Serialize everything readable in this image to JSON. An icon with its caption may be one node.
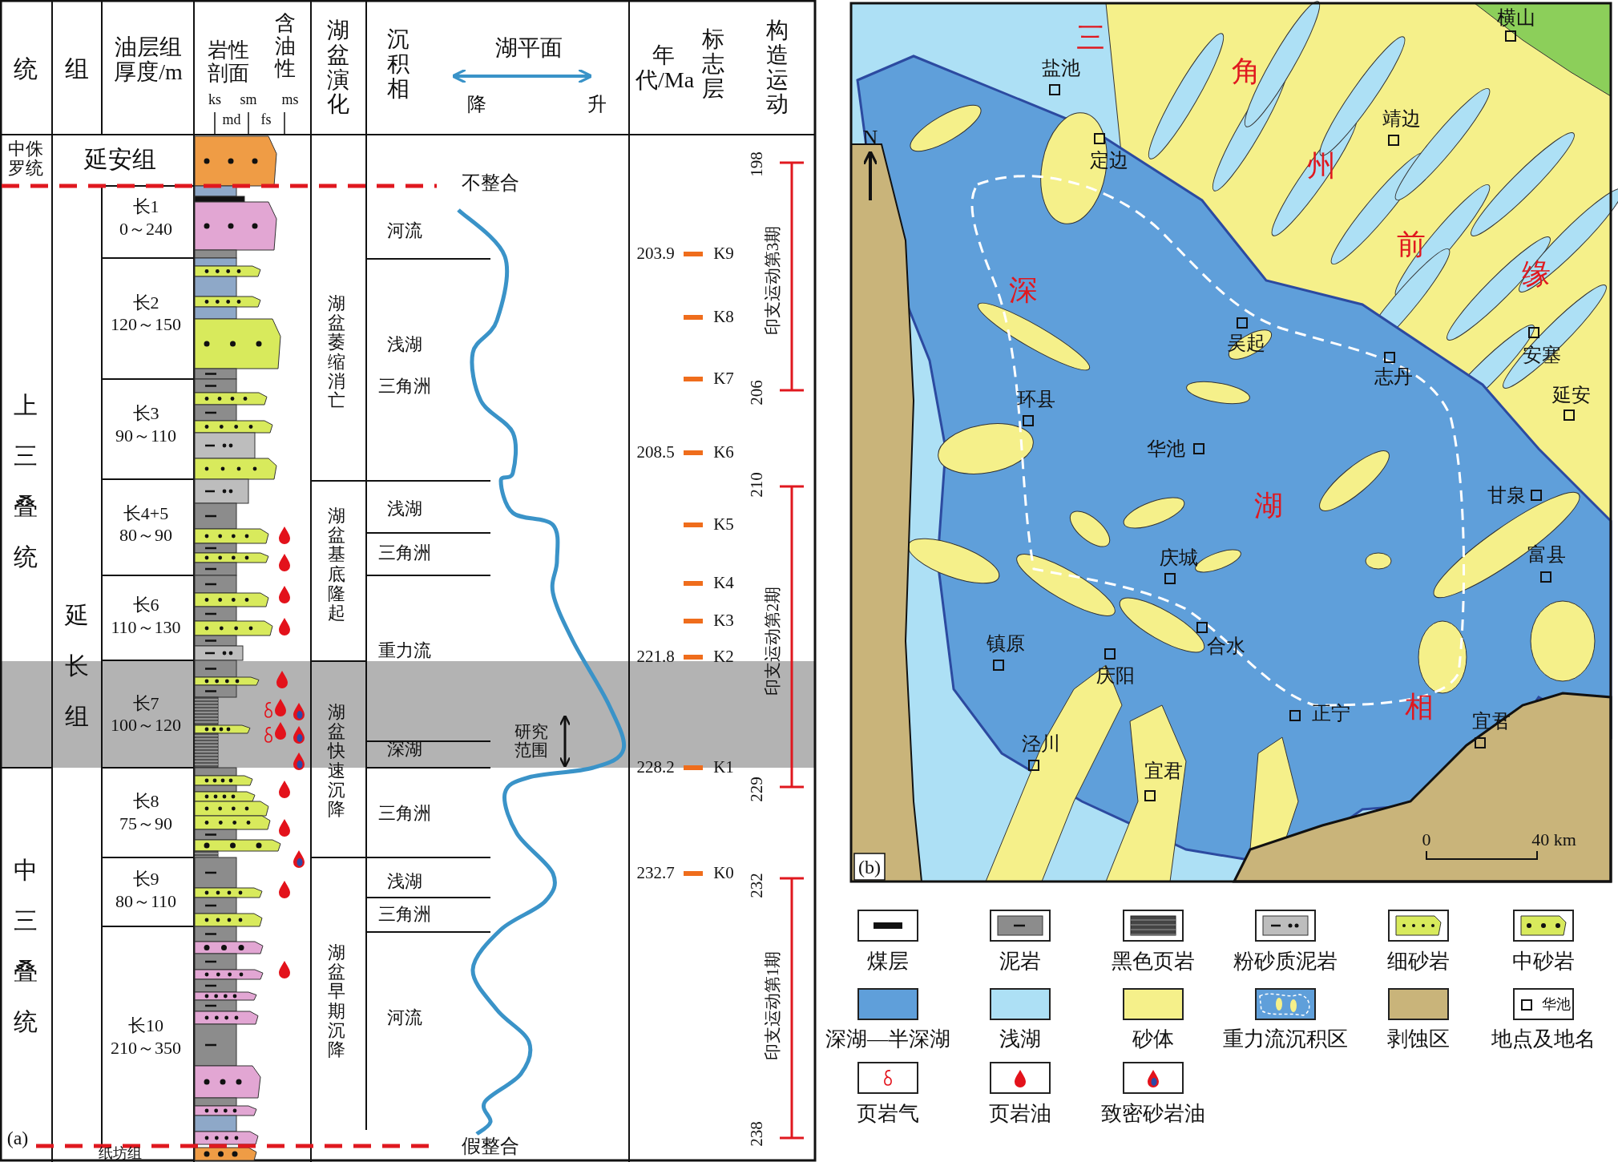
{
  "diagram": {
    "labels": [
      "统",
      "组",
      "油层组厚度/m",
      "岩性剖面",
      "含油性",
      "ks",
      "md",
      "sm",
      "fs",
      "ms",
      "湖盆演化",
      "沉积相",
      "湖平面",
      "降",
      "升",
      "年代/Ma",
      "标志层",
      "构造运动",
      "中侏罗统",
      "延安组",
      "不整合",
      "上三叠统",
      "长1",
      "0～240",
      "河流",
      "203.9",
      "K9",
      "198",
      "印支运动第3期",
      "长2",
      "120～150",
      "K8",
      "湖盆萎缩消亡",
      "浅湖",
      "三角洲",
      "K7",
      "206",
      "长3",
      "90～110",
      "208.5",
      "K6",
      "210",
      "长4+5",
      "80～90",
      "湖盆基底隆起",
      "浅湖",
      "K5",
      "三角洲",
      "延长组",
      "长6",
      "110～130",
      "K4",
      "K3",
      "印支运动第2期",
      "重力流",
      "221.8",
      "K2",
      "长7",
      "100～120",
      "湖盆快速沉降",
      "研究范围",
      "深湖",
      "228.2",
      "K1",
      "229",
      "长8",
      "75～90",
      "三角洲",
      "中三叠统",
      "长9",
      "80～110",
      "浅湖",
      "232.7",
      "K0",
      "232",
      "三角洲",
      "湖盆早期沉降",
      "长10",
      "210～350",
      "河流",
      "印支运动第1期",
      "(a)",
      "假整合",
      "238",
      "纸坊组",
      "三",
      "角",
      "横山",
      "盐池",
      "N",
      "靖边",
      "定边",
      "州",
      "前",
      "缘",
      "深",
      "吴起",
      "安塞",
      "志丹",
      "环县",
      "延安",
      "华池",
      "湖",
      "甘泉",
      "庆城",
      "富县",
      "镇原",
      "合水",
      "庆阳",
      "正宁",
      "相",
      "宜君",
      "泾川",
      "宜君",
      "0",
      "40 km",
      "(b)",
      "华池"
    ],
    "legend": [
      {
        "text": "煤层"
      },
      {
        "text": "泥岩"
      },
      {
        "text": "黑色页岩"
      },
      {
        "text": "粉砂质泥岩"
      },
      {
        "text": "细砂岩"
      },
      {
        "text": "中砂岩"
      },
      {
        "text": "深湖—半深湖",
        "color": "#5f9fda"
      },
      {
        "text": "浅湖",
        "color": "#ade0f5"
      },
      {
        "text": "砂体",
        "color": "#f5f08a"
      },
      {
        "text": "重力流沉积区"
      },
      {
        "text": "剥蚀区",
        "color": "#c9b47a"
      },
      {
        "text": "地点及地名"
      },
      {
        "text": "页岩气"
      },
      {
        "text": "页岩油"
      },
      {
        "text": "致密砂岩油"
      }
    ]
  }
}
